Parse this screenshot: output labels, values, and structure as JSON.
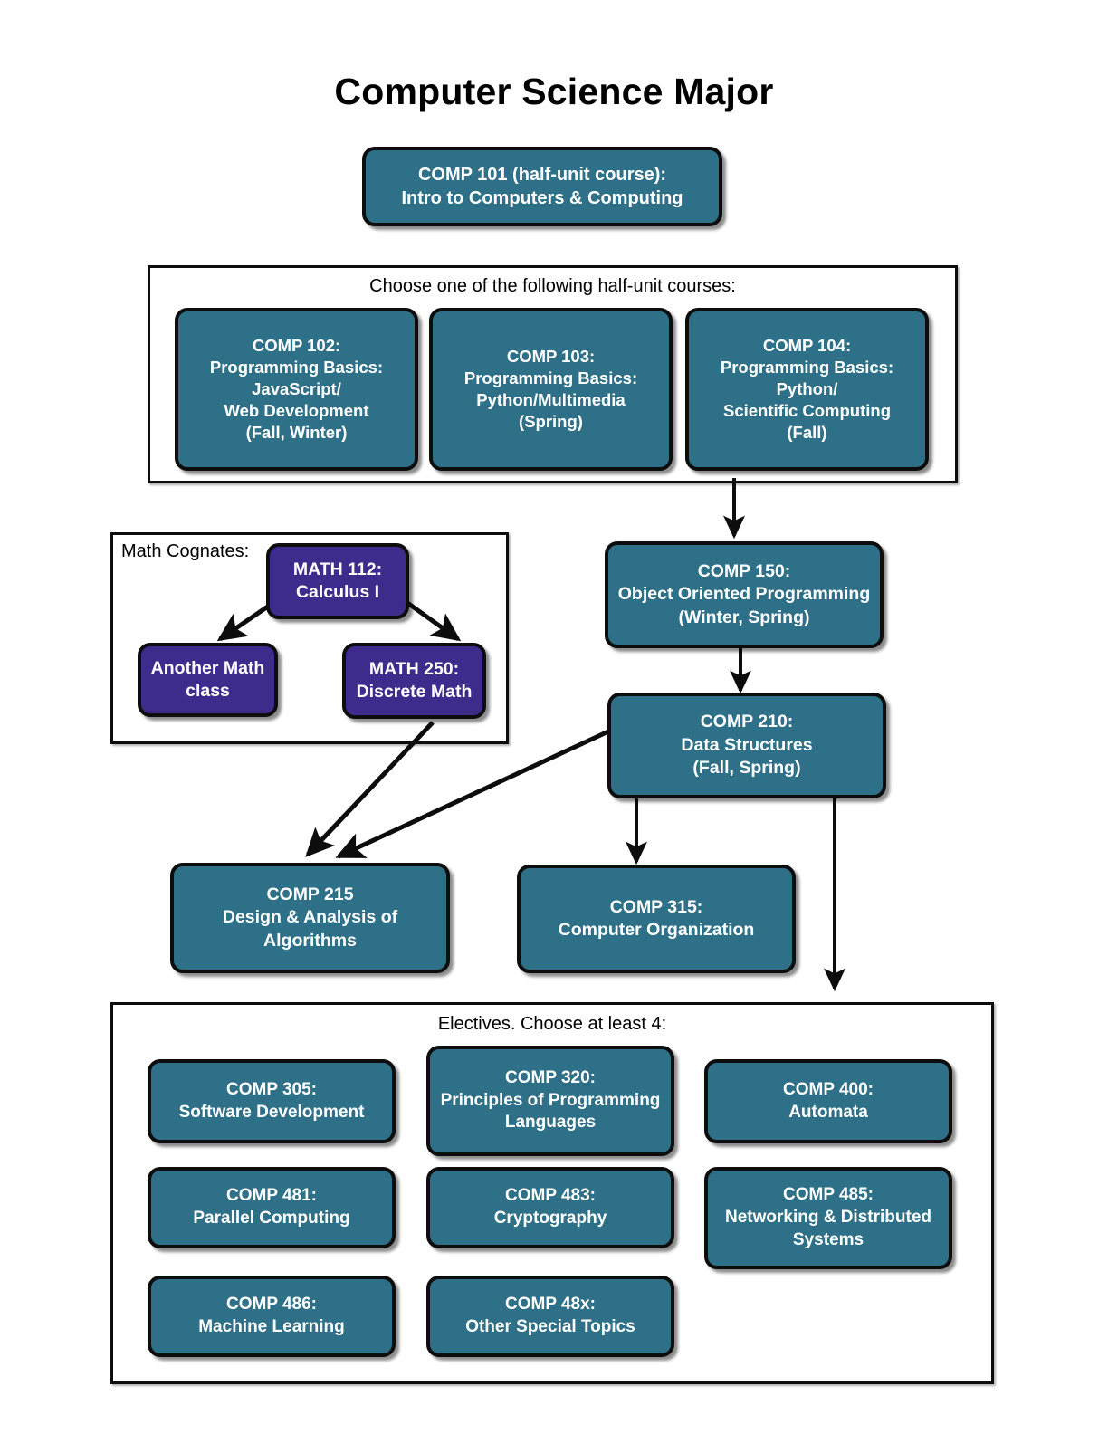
{
  "page": {
    "title": "Computer Science Major",
    "colors": {
      "course_fill": "#2e7087",
      "math_fill": "#3f2b8c",
      "outline": "#0d0d0d",
      "text": "#ffffff",
      "background": "#ffffff"
    }
  },
  "intro_course": {
    "line1": "COMP 101 (half-unit course):",
    "line2": "Intro to  Computers & Computing"
  },
  "half_unit_group": {
    "caption": "Choose one of the following half-unit courses:",
    "courses": [
      {
        "lines": [
          "COMP 102:",
          "Programming Basics:",
          "JavaScript/",
          "Web Development",
          "(Fall, Winter)"
        ]
      },
      {
        "lines": [
          "COMP 103:",
          "Programming Basics:",
          "Python/Multimedia",
          "(Spring)"
        ]
      },
      {
        "lines": [
          "COMP 104:",
          "Programming Basics:",
          "Python/",
          "Scientific Computing",
          "(Fall)"
        ]
      }
    ]
  },
  "math_group": {
    "caption": "Math Cognates:",
    "courses": [
      {
        "lines": [
          "MATH 112:",
          "Calculus I"
        ]
      },
      {
        "lines": [
          "Another Math",
          "class"
        ]
      },
      {
        "lines": [
          "MATH 250:",
          "Discrete Math"
        ]
      }
    ]
  },
  "core_courses": [
    {
      "lines": [
        "COMP 150:",
        "Object Oriented Programming",
        "(Winter, Spring)"
      ]
    },
    {
      "lines": [
        "COMP 210:",
        "Data Structures",
        "(Fall, Spring)"
      ]
    },
    {
      "lines": [
        "COMP 215",
        "Design & Analysis of",
        "Algorithms"
      ]
    },
    {
      "lines": [
        "COMP 315:",
        "Computer Organization"
      ]
    }
  ],
  "electives_group": {
    "caption": "Electives. Choose at least 4:",
    "courses": [
      {
        "lines": [
          "COMP 305:",
          "Software Development"
        ]
      },
      {
        "lines": [
          "COMP 320:",
          "Principles of Programming",
          "Languages"
        ]
      },
      {
        "lines": [
          "COMP 400:",
          "Automata"
        ]
      },
      {
        "lines": [
          "COMP 481:",
          "Parallel Computing"
        ]
      },
      {
        "lines": [
          "COMP 483:",
          "Cryptography"
        ]
      },
      {
        "lines": [
          "COMP 485:",
          "Networking & Distributed",
          "Systems"
        ]
      },
      {
        "lines": [
          "COMP 486:",
          "Machine Learning"
        ]
      },
      {
        "lines": [
          "COMP 48x:",
          "Other Special Topics"
        ]
      }
    ]
  },
  "edges": [
    {
      "from": "COMP 104",
      "to": "COMP 150"
    },
    {
      "from": "COMP 150",
      "to": "COMP 210"
    },
    {
      "from": "MATH 112",
      "to": "Another Math class"
    },
    {
      "from": "MATH 112",
      "to": "MATH 250"
    },
    {
      "from": "MATH 250",
      "to": "COMP 215"
    },
    {
      "from": "COMP 210",
      "to": "COMP 215"
    },
    {
      "from": "COMP 210",
      "to": "COMP 315"
    },
    {
      "from": "COMP 210",
      "to": "Electives"
    }
  ]
}
